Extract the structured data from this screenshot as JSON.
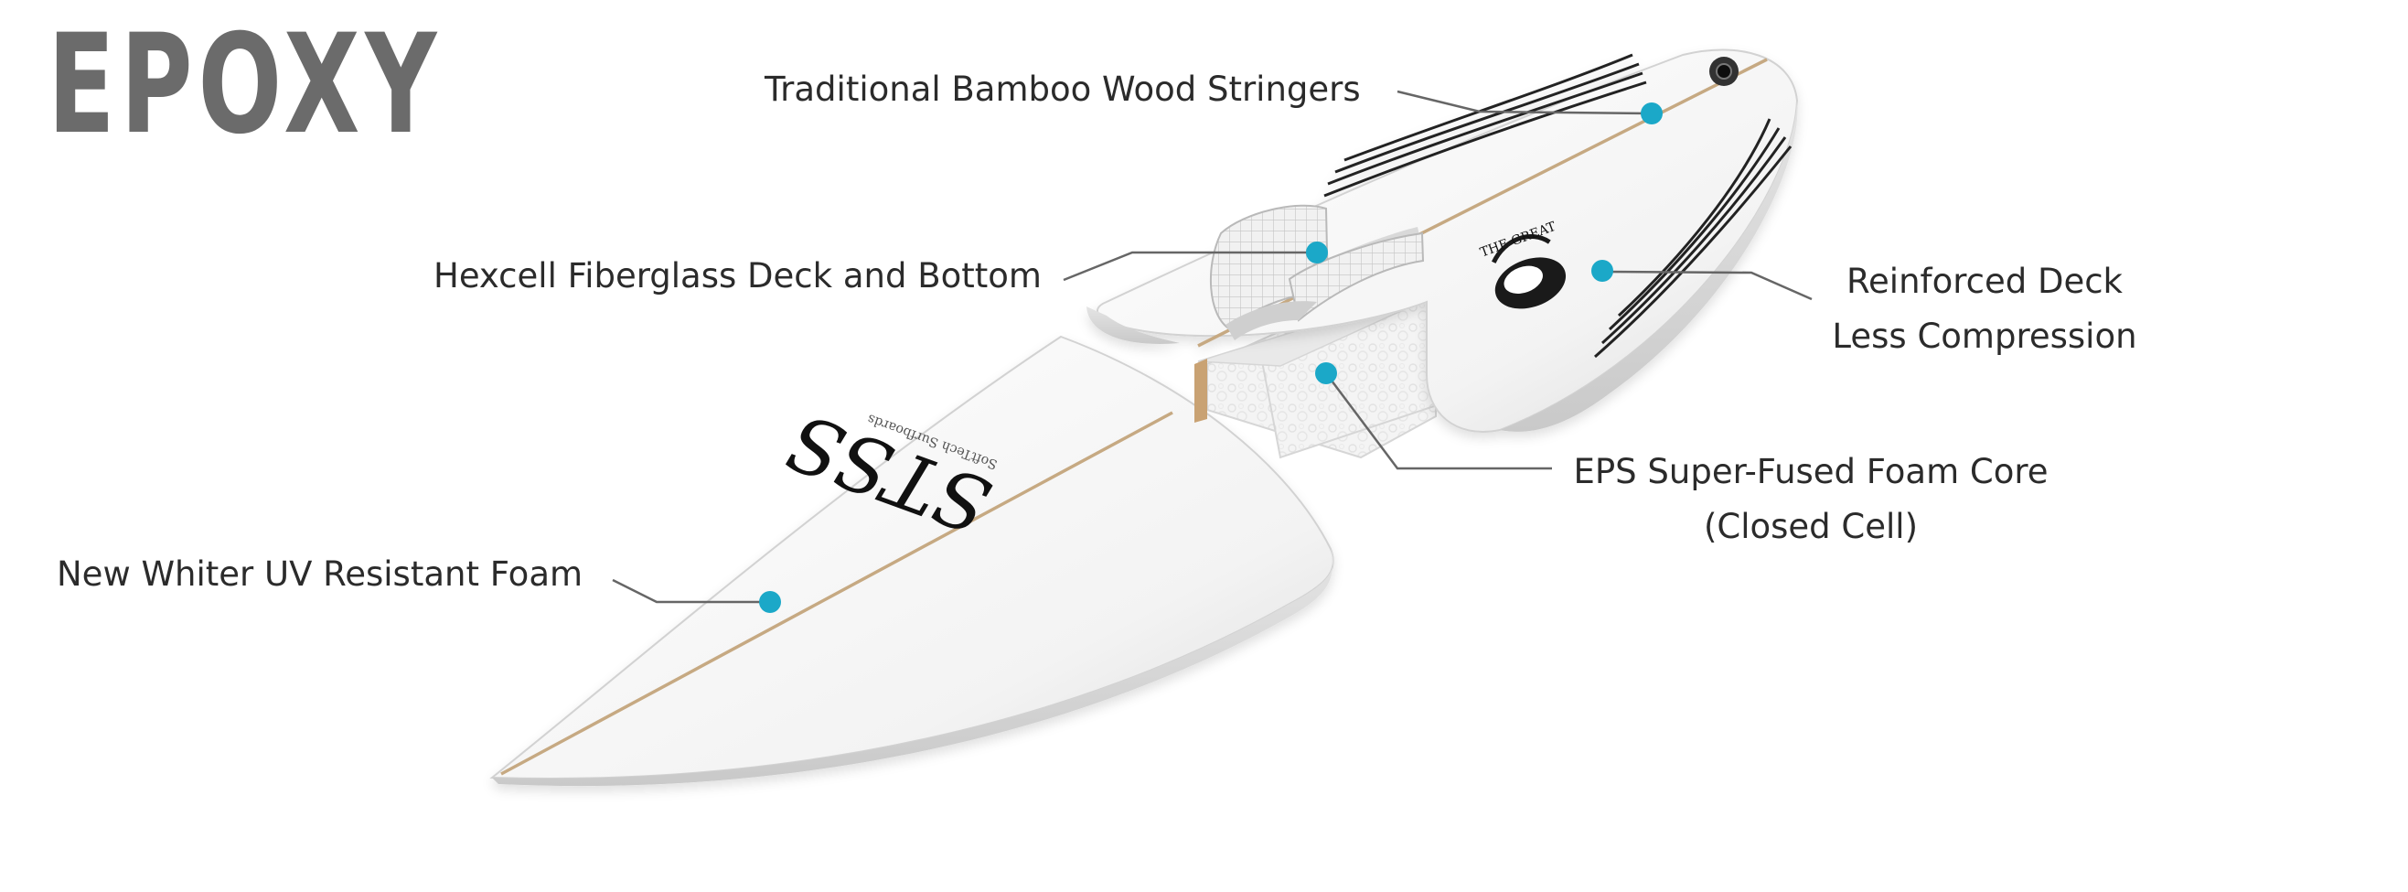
{
  "title": "EPOXY",
  "callouts": {
    "stringers": "Traditional Bamboo Wood Stringers",
    "hexcell": "Hexcell Fiberglass Deck and Bottom",
    "reinforced": [
      "Reinforced Deck",
      "Less Compression"
    ],
    "eps": [
      "EPS Super-Fused Foam Core",
      "(Closed Cell)"
    ],
    "foam": "New Whiter UV Resistant Foam"
  },
  "colors": {
    "title": "#6b6b6b",
    "label_text": "#2b2b2b",
    "marker": "#1ba8c8",
    "leader": "#666666",
    "stringer": "#c6a982",
    "board": "#f6f6f6"
  },
  "icons": {
    "tail_logo": "stss-script-logo",
    "nose_logo": "character-logo",
    "plug": "leash-plug-icon"
  }
}
